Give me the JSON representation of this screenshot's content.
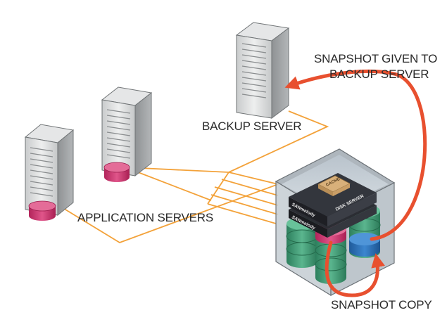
{
  "labels": {
    "snapshot_given_line1": "SNAPSHOT GIVEN TO",
    "snapshot_given_line2": "BACKUP SERVER",
    "backup_server": "BACKUP SERVER",
    "application_servers": "APPLICATION SERVERS",
    "snapshot_copy": "SNAPSHOT COPY"
  },
  "appliance": {
    "cache_label": "CACHE",
    "disk_server_label": "DISK SERVER",
    "brand_label_1": "SANmelody",
    "brand_label_2": "SANmelody"
  },
  "colors": {
    "network_lines": "#f3a23a",
    "snapshot_arrow": "#e8502f",
    "server_body": "#d9dadb",
    "disk_pink": "#d0316d",
    "disk_green": "#3f9c75",
    "disk_blue": "#2a6eb6"
  }
}
